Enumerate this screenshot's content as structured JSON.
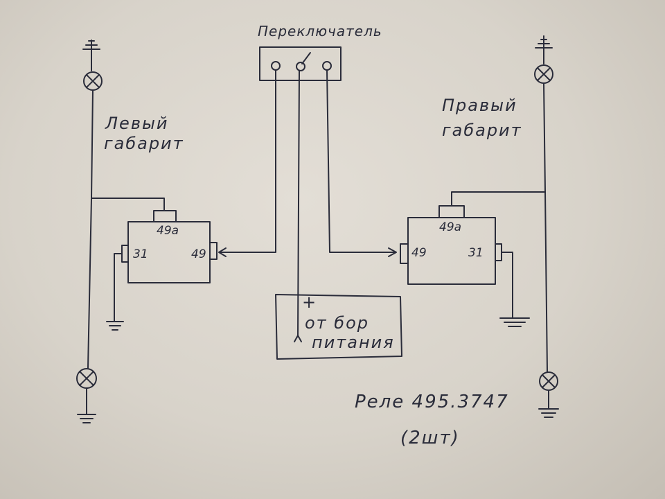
{
  "switch": {
    "label": "Переключатель"
  },
  "left": {
    "label_line1": "Левый",
    "label_line2": "габарит"
  },
  "right": {
    "label_line1": "Правый",
    "label_line2": "габарит"
  },
  "relay_left": {
    "pin_top": "49а",
    "pin_left": "31",
    "pin_right": "49"
  },
  "relay_right": {
    "pin_top": "49а",
    "pin_left": "49",
    "pin_right": "31"
  },
  "power": {
    "plus": "+",
    "line1": "от бор",
    "line2": "питания"
  },
  "relay_note": {
    "text": "Реле 495.3747",
    "count": "(2шт)"
  },
  "colors": {
    "paper": "#dcd7cf",
    "ink": "#2a2c3a"
  }
}
